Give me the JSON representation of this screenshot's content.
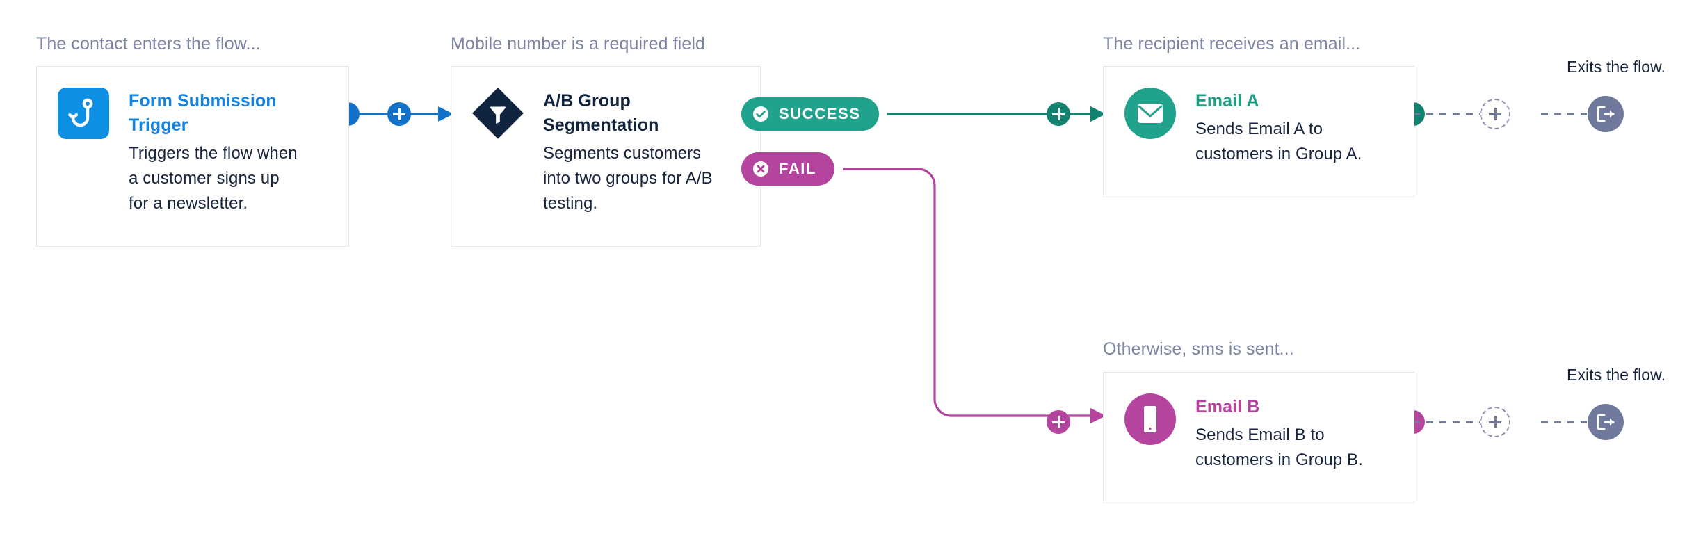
{
  "colors": {
    "trigger_blue": "#0d8fe3",
    "connector_blue": "#1272c8",
    "navy": "#11243f",
    "success_teal": "#21a28c",
    "connector_teal": "#128371",
    "fail_plum": "#b5449f",
    "exit_slate": "#6f7a9c",
    "caption_gray": "#7b85a3",
    "card_border": "#e3e8f2"
  },
  "captions": {
    "trigger": "The contact enters the flow...",
    "segmentation": "Mobile number is a required field",
    "email_a": "The recipient receives an email...",
    "email_b": "Otherwise, sms is sent..."
  },
  "cards": {
    "trigger": {
      "title": "Form Submission Trigger",
      "description": "Triggers the flow when a customer signs up for a newsletter.",
      "icon": "fish-hook-icon"
    },
    "segmentation": {
      "title": "A/B Group Segmentation",
      "description": "Segments customers into two groups for A/B testing.",
      "icon": "funnel-filter-icon"
    },
    "email_a": {
      "title": "Email A",
      "description": "Sends Email A to customers in Group A.",
      "icon": "envelope-icon"
    },
    "email_b": {
      "title": "Email B",
      "description": "Sends Email B to customers in Group B.",
      "icon": "mobile-phone-icon"
    }
  },
  "branches": {
    "success": {
      "label": "SUCCESS",
      "icon": "check-circle-icon"
    },
    "fail": {
      "label": "FAIL",
      "icon": "x-circle-icon"
    }
  },
  "exits": {
    "top": {
      "label": "Exits the flow.",
      "icon": "exit-arrow-icon"
    },
    "bottom": {
      "label": "Exits the flow.",
      "icon": "exit-arrow-icon"
    }
  },
  "add_nodes": {
    "trigger_to_segmentation": "+",
    "success_to_email_a": "+",
    "fail_to_email_b": "+",
    "email_a_to_exit": "+",
    "email_b_to_exit": "+"
  }
}
